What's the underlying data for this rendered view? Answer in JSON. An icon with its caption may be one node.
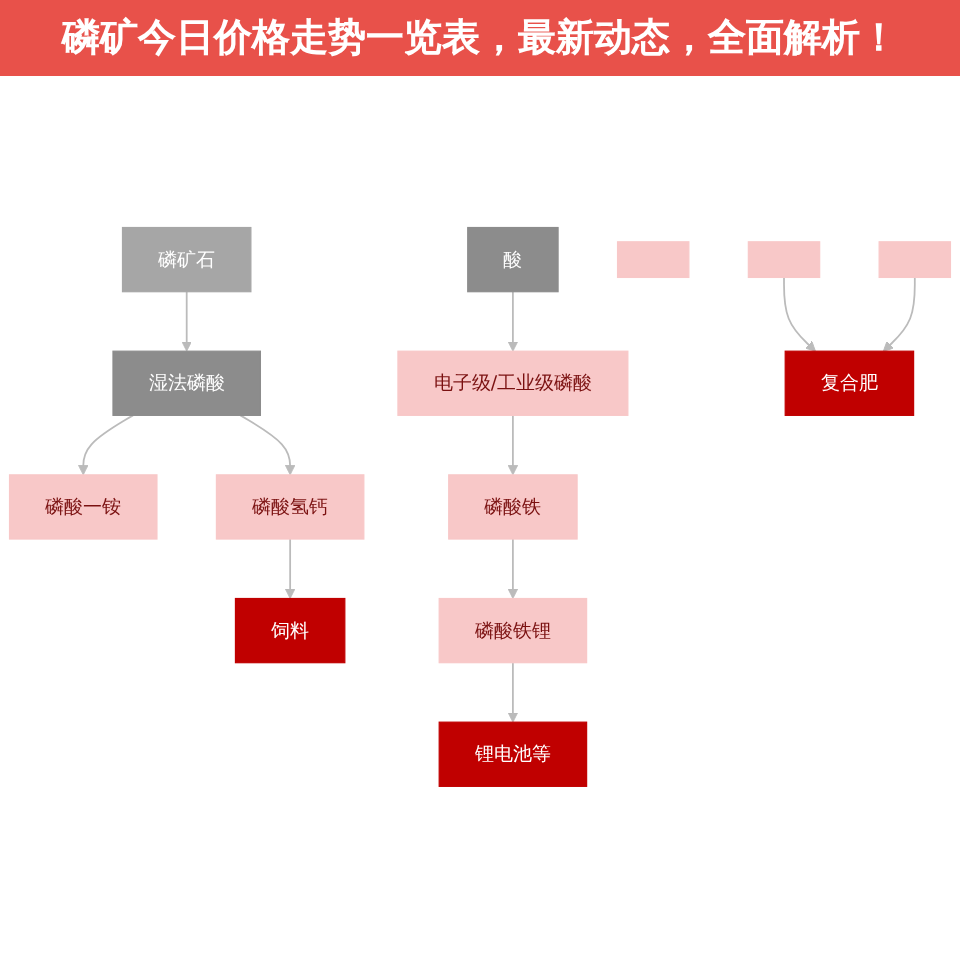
{
  "diagram": {
    "title": "磷矿今日价格走势一览表，最新动态，全面解析！",
    "nodes": [
      {
        "text": [
          "磷矿石"
        ]
      },
      {
        "text": [
          "湿法磷酸"
        ]
      },
      {
        "text": [
          "磷酸一铵"
        ]
      },
      {
        "text": [
          "酸"
        ]
      },
      {
        "text": [
          "电子级/工业级磷酸"
        ]
      },
      {
        "text": [],
        "shape": "box"
      },
      {
        "text": [],
        "shape": "box"
      },
      {
        "text": [],
        "shape": "box"
      },
      {
        "text": [
          "磷酸氢钙"
        ]
      },
      {
        "text": [
          "复合肥"
        ]
      },
      {
        "text": [
          "饲料"
        ]
      },
      {
        "text": [
          "磷酸铁"
        ]
      },
      {
        "text": [
          "磷酸铁锂"
        ]
      },
      {
        "text": [
          "锂电池等"
        ]
      }
    ],
    "edges": [
      {
        "from": 0,
        "to": 1,
        "arrow": "to"
      },
      {
        "from": 1,
        "to": 2,
        "arrow": "to"
      },
      {
        "from": 1,
        "to": 8,
        "arrow": "to"
      },
      {
        "from": 3,
        "to": 4,
        "arrow": "to"
      },
      {
        "from": 6,
        "to": 9,
        "arrow": "to"
      },
      {
        "from": 7,
        "to": 9,
        "arrow": "to"
      },
      {
        "from": 8,
        "to": 10,
        "arrow": "to"
      },
      {
        "from": 4,
        "to": 11,
        "arrow": "to"
      },
      {
        "from": 11,
        "to": 12,
        "arrow": "to"
      },
      {
        "from": 12,
        "to": 13,
        "arrow": "to"
      }
    ]
  }
}
